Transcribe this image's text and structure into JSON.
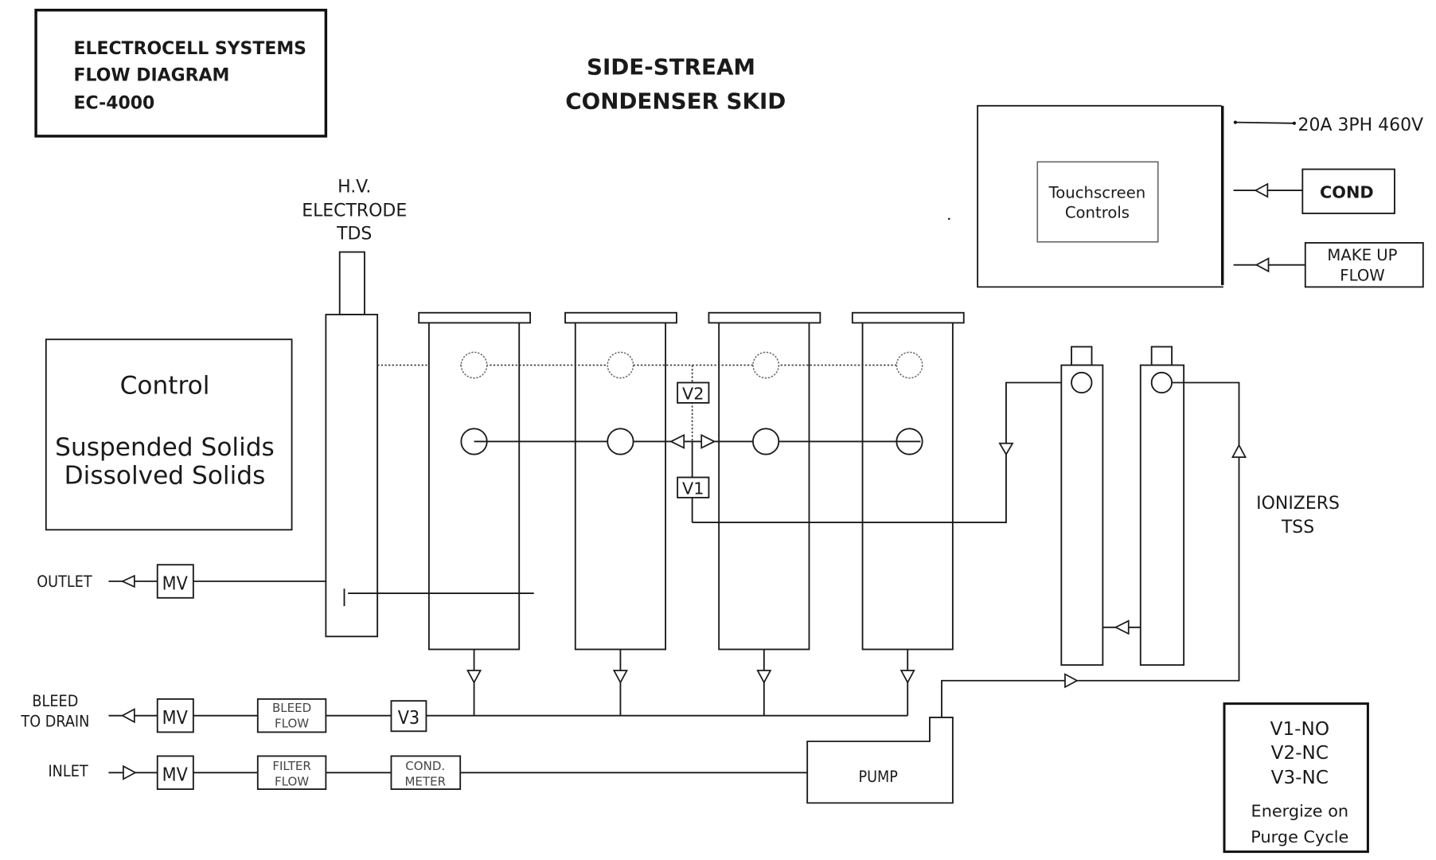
{
  "title_block": {
    "line1": "ELECTROCELL SYSTEMS",
    "line2": "FLOW DIAGRAM",
    "line3": "EC-4000"
  },
  "heading": {
    "line1": "SIDE-STREAM",
    "line2": "CONDENSER SKID"
  },
  "control_panel": {
    "touchscreen_line1": "Touchscreen",
    "touchscreen_line2": "Controls",
    "power": "20A 3PH 460V",
    "cond": "COND",
    "makeup_line1": "MAKE UP",
    "makeup_line2": "FLOW"
  },
  "control_box": {
    "title": "Control",
    "line1": "Suspended Solids",
    "line2": "Dissolved Solids"
  },
  "electrode": {
    "line1": "H.V.",
    "line2": "ELECTRODE",
    "line3": "TDS"
  },
  "valves": {
    "v1": "V1",
    "v2": "V2",
    "v3": "V3",
    "mv": "MV"
  },
  "ionizers": {
    "line1": "IONIZERS",
    "line2": "TSS"
  },
  "lines": {
    "outlet": "OUTLET",
    "bleed_line1": "BLEED",
    "bleed_line2": "TO DRAIN",
    "inlet": "INLET",
    "bleed_flow_line1": "BLEED",
    "bleed_flow_line2": "FLOW",
    "filter_flow_line1": "FILTER",
    "filter_flow_line2": "FLOW",
    "cond_meter_line1": "COND.",
    "cond_meter_line2": "METER",
    "pump": "PUMP"
  },
  "legend": {
    "v1": "V1-NO",
    "v2": "V2-NC",
    "v3": "V3-NC",
    "note_line1": "Energize on",
    "note_line2": "Purge Cycle"
  }
}
